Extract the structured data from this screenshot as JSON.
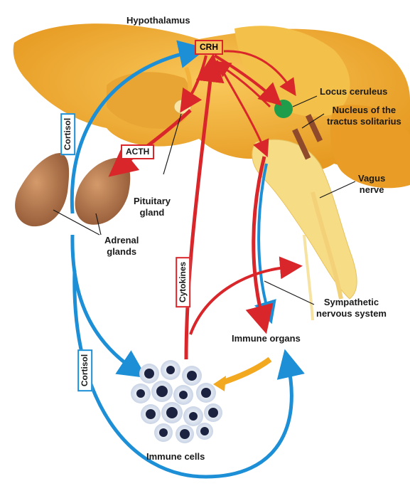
{
  "labels": {
    "hypothalamus": "Hypothalamus",
    "crh": "CRH",
    "acth": "ACTH",
    "cortisol_top": "Cortisol",
    "cortisol_bottom": "Cortisol",
    "cytokines": "Cytokines",
    "locus_ceruleus": "Locus ceruleus",
    "nucleus_line1": "Nucleus of the",
    "nucleus_line2": "tractus solitarius",
    "vagus_line1": "Vagus",
    "vagus_line2": "nerve",
    "pituitary_line1": "Pituitary",
    "pituitary_line2": "gland",
    "adrenal_line1": "Adrenal",
    "adrenal_line2": "glands",
    "sympathetic_line1": "Sympathetic",
    "sympathetic_line2": "nervous system",
    "immune_organs": "Immune organs",
    "immune_cells": "Immune cells"
  },
  "colors": {
    "brain": "#f2b23c",
    "brain_dark": "#e39a24",
    "brainstem": "#f7dc86",
    "adrenal": "#b87a50",
    "red_arrow": "#d9262b",
    "blue_arrow": "#1d8fd6",
    "locus": "#1f9d4a",
    "cell_core": "#1c2340"
  }
}
